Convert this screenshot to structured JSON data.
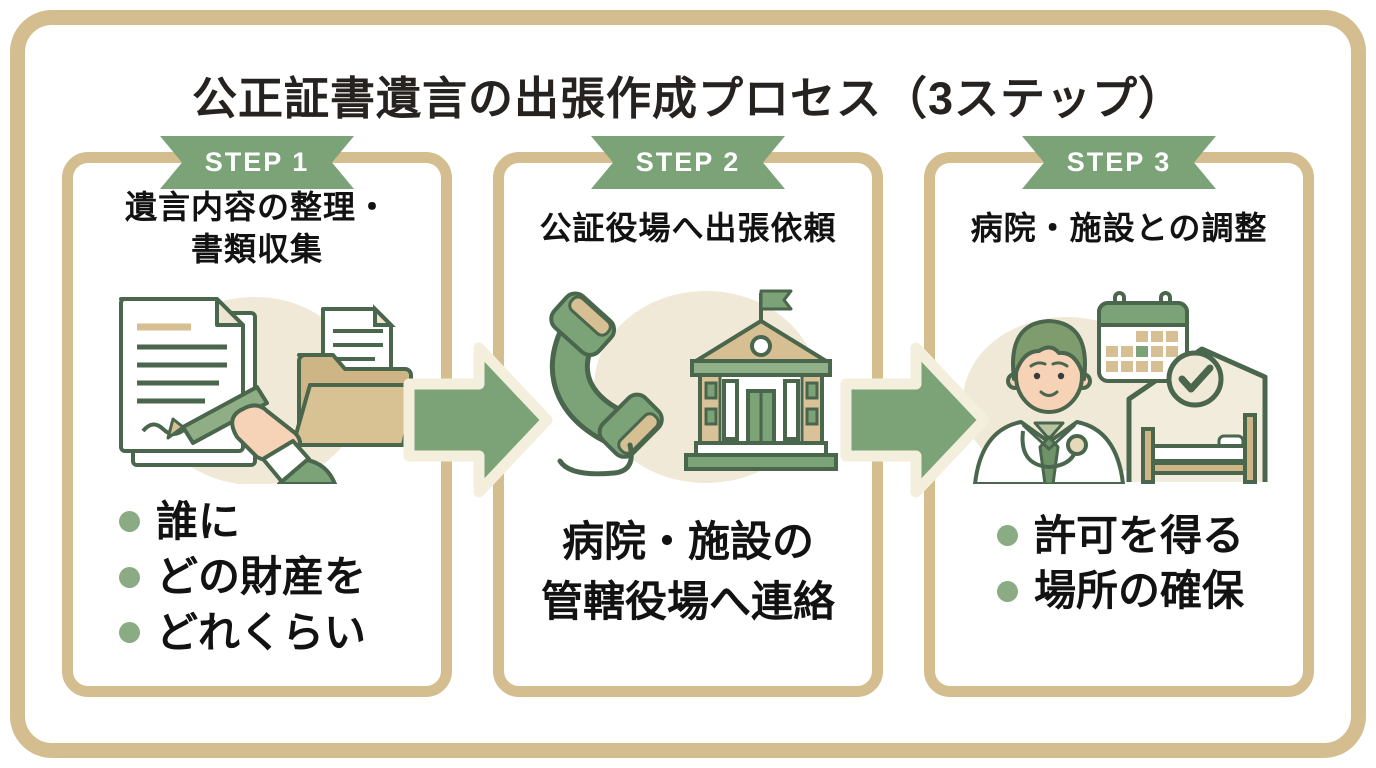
{
  "title": "公正証書遺言の出張作成プロセス（3ステップ）",
  "colors": {
    "frame_tan": "#d4bd8e",
    "ribbon_green": "#7ba377",
    "arrow_green": "#7ba377",
    "arrow_outline_cream": "#f4eedc",
    "bullet_green": "#8aab83",
    "outline_dark_green": "#4a664d",
    "illustration_beige": "#f0e9d8",
    "illustration_tan": "#cdb585",
    "text_black": "#121212"
  },
  "icons": {
    "arrow_right": "right-arrow-shape",
    "step1_illustration": "documents-signing-and-folder",
    "step2_illustration": "phone-and-government-building",
    "step3_illustration": "doctor-calendar-and-bed"
  },
  "steps": [
    {
      "badge": "STEP 1",
      "heading_lines": [
        "遺言内容の整理・",
        "書類収集"
      ],
      "illustration": "documents-signing-and-folder",
      "bullets": [
        "誰に",
        "どの財産を",
        "どれくらい"
      ]
    },
    {
      "badge": "STEP 2",
      "heading_lines": [
        "公証役場へ出張依頼"
      ],
      "illustration": "phone-and-government-building",
      "note_lines": [
        "病院・施設の",
        "管轄役場へ連絡"
      ]
    },
    {
      "badge": "STEP 3",
      "heading_lines": [
        "病院・施設との調整"
      ],
      "illustration": "doctor-calendar-and-bed",
      "bullets": [
        "許可を得る",
        "場所の確保"
      ]
    }
  ]
}
